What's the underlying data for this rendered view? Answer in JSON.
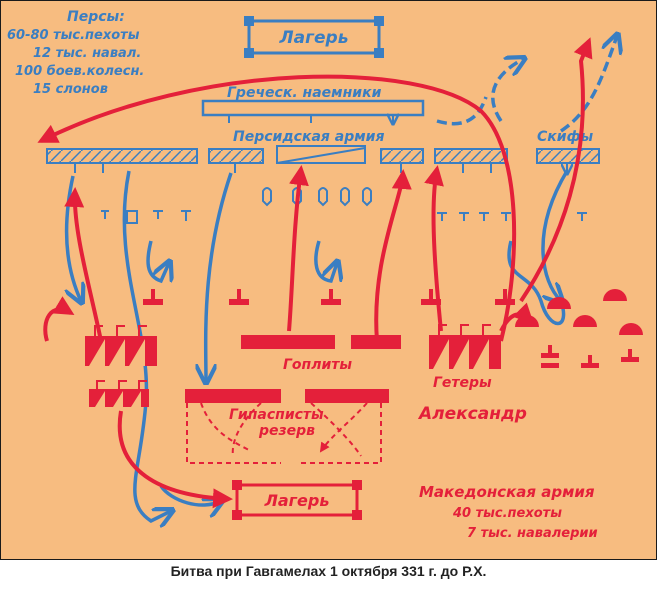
{
  "persian_info": {
    "title": "Персы:",
    "infantry": "60-80 тыс.пехоты",
    "cavalry": "12 тыс. навал.",
    "chariots": "100 боев.колесн.",
    "elephants": "15 слонов"
  },
  "persian_camp": "Лагерь",
  "greek_mercenaries": "Греческ. наемники",
  "persian_army": "Персидская армия",
  "scythians": "Скифы",
  "hoplites": "Гоплиты",
  "hypaspists": "Гипасписты",
  "reserve": "резерв",
  "hetairoi": "Гетеры",
  "alexander": "Александр",
  "macedonian_camp": "Лагерь",
  "macedonian_info": {
    "title": "Македонская армия",
    "infantry": "40 тыс.пехоты",
    "cavalry": "7 тыс. навалерии"
  },
  "caption": "Битва при Гавгамелах 1 октября 331 г. до Р.Х.",
  "colors": {
    "background": "#f7bc80",
    "persian": "#3a7ec2",
    "macedonian": "#e4203a"
  }
}
